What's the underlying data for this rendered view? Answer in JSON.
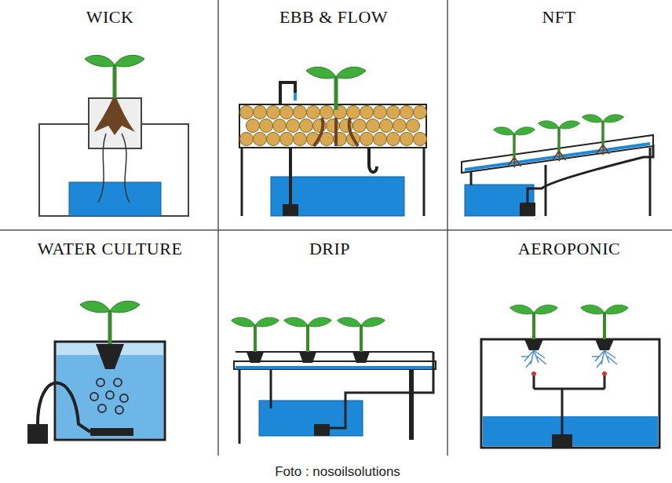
{
  "diagram": {
    "caption": "Foto : nosoilsolutions",
    "labels": [
      "WICK",
      "EBB & FLOW",
      "NFT",
      "WATER CULTURE",
      "DRIP",
      "AEROPONIC"
    ]
  }
}
